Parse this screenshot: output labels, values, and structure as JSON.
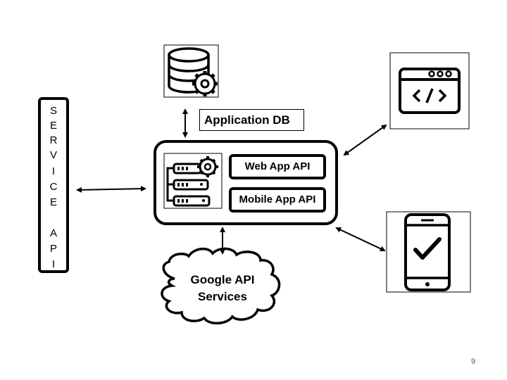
{
  "service_api": {
    "letters": [
      "S",
      "E",
      "R",
      "V",
      "I",
      "C",
      "E",
      "",
      "A",
      "P",
      "I"
    ]
  },
  "application_db": {
    "label": "Application DB"
  },
  "server": {
    "web_app_api": "Web App API",
    "mobile_app_api": "Mobile App API"
  },
  "google_api": {
    "line1": "Google API",
    "line2": "Services"
  },
  "page_number": "9",
  "icons": {
    "database": "database-gear-icon",
    "server": "server-gear-icon",
    "web": "browser-code-icon",
    "mobile": "smartphone-checkmark-icon",
    "cloud": "cloud-icon"
  }
}
